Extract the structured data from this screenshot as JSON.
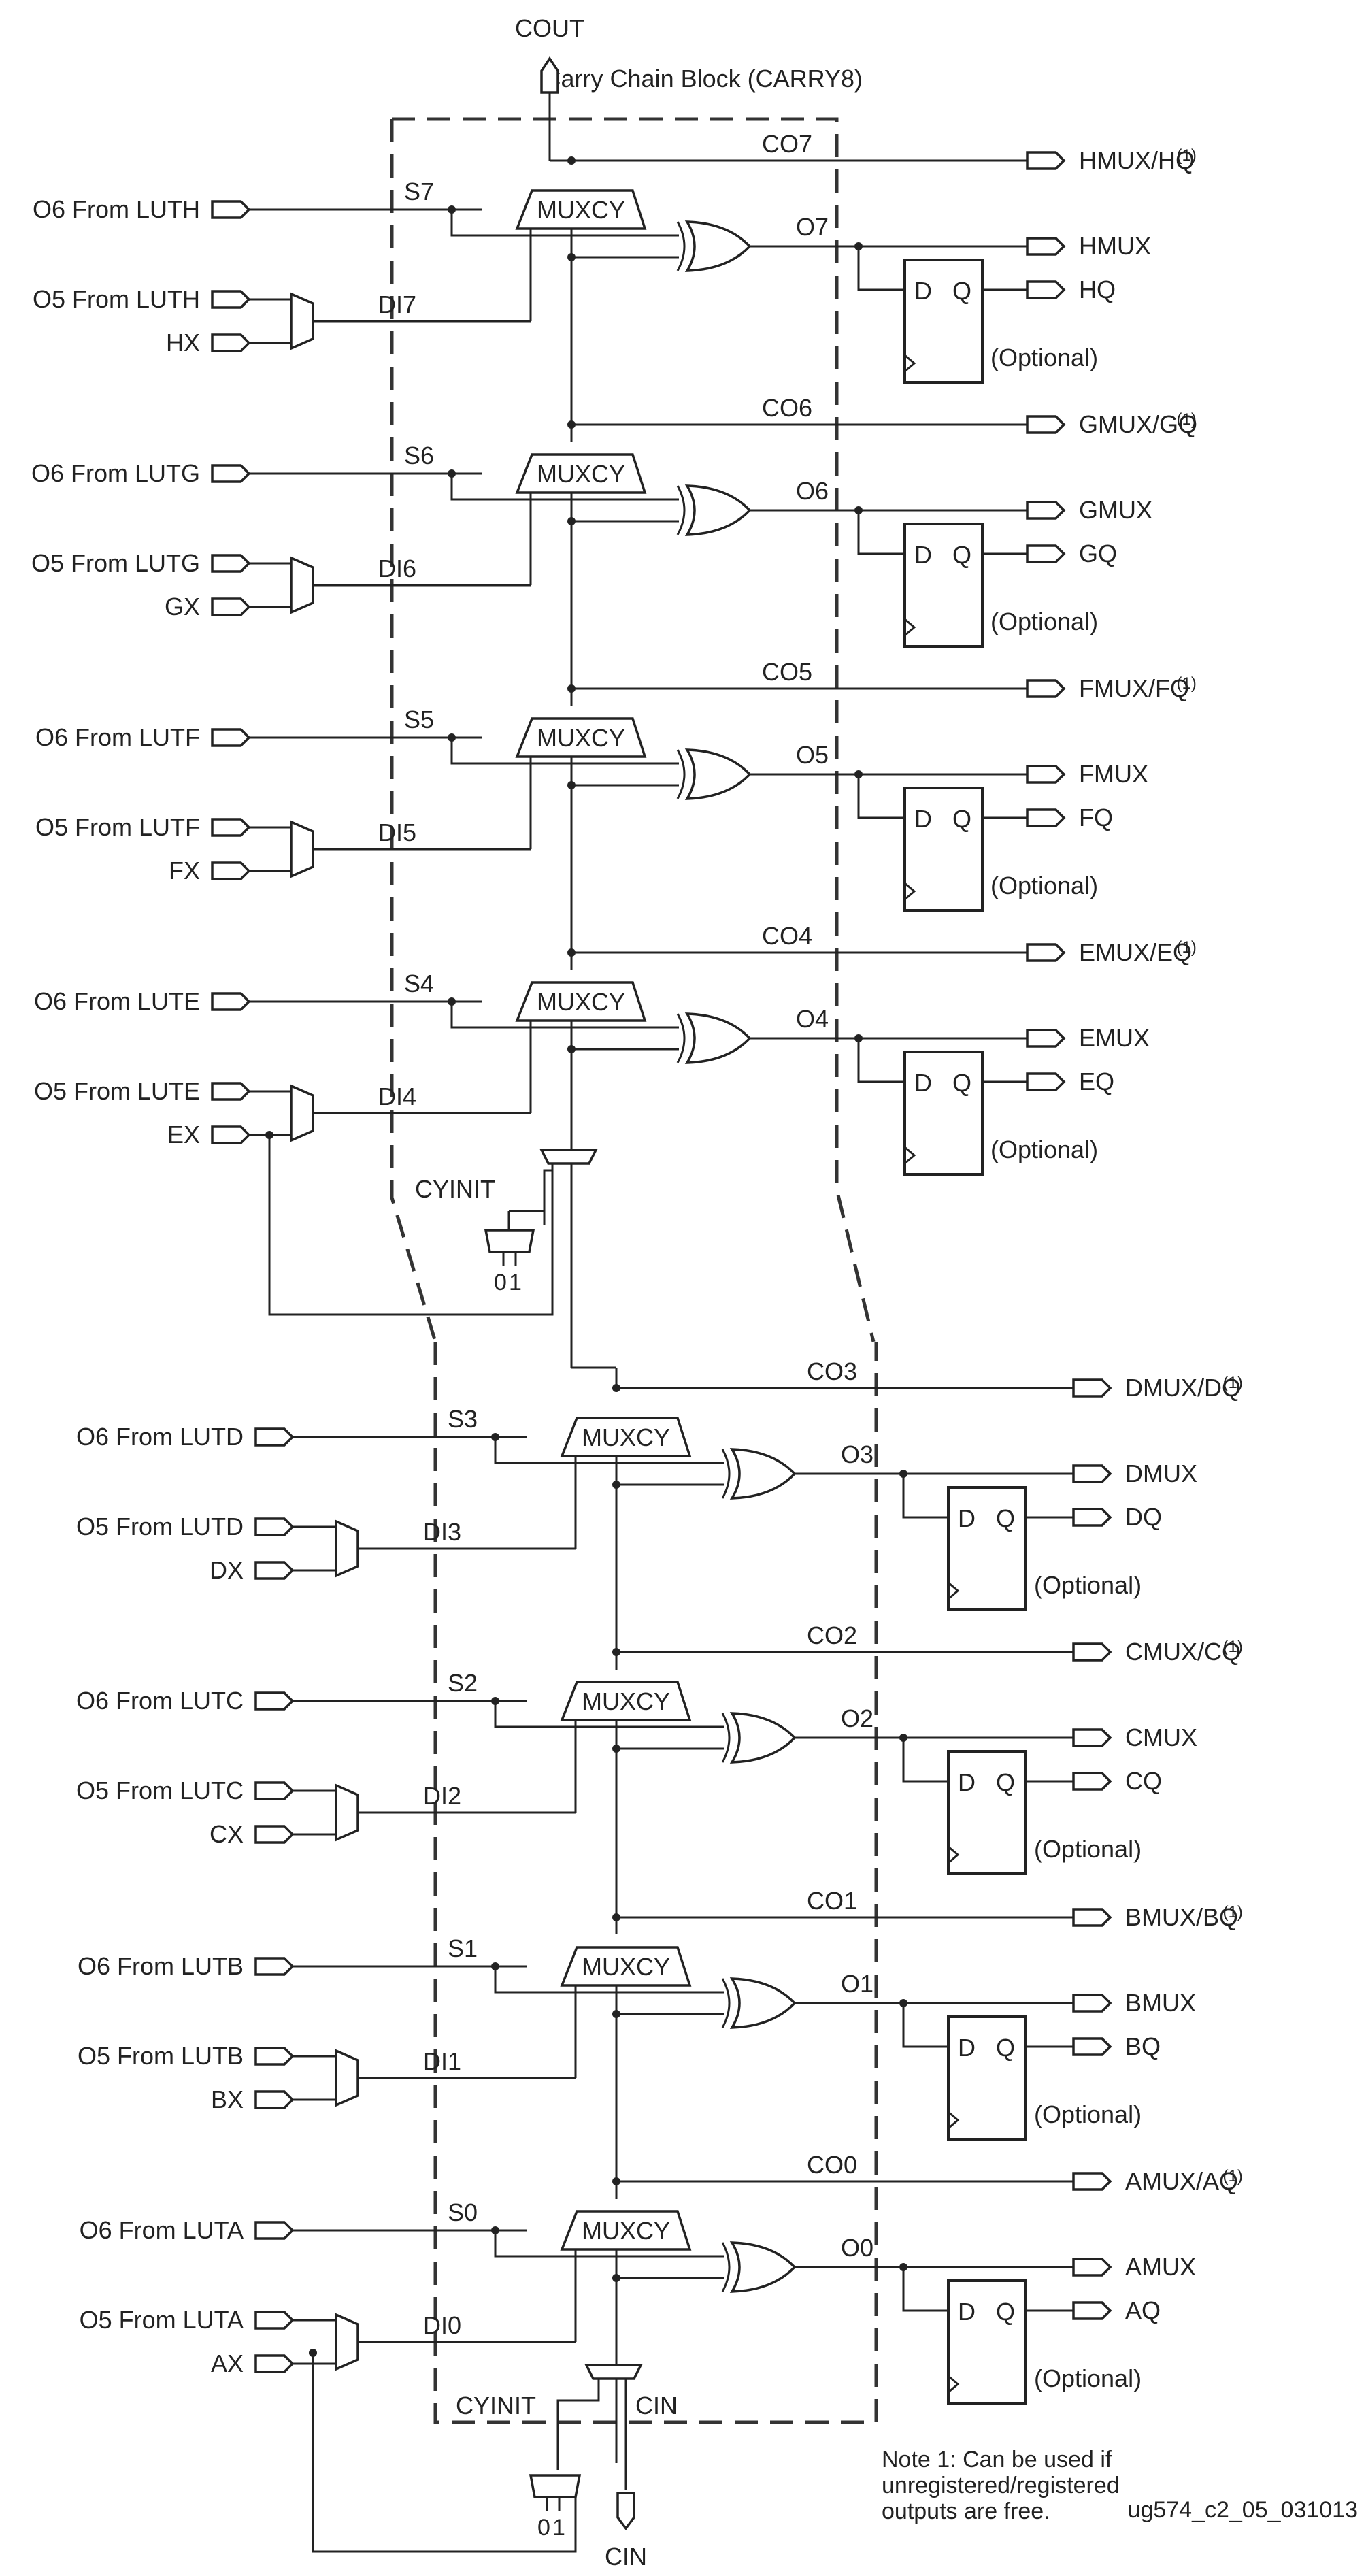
{
  "title": "Carry Chain Block (CARRY8)",
  "top_output": "COUT",
  "bottom_input": "CIN",
  "cin_label": "CIN",
  "cyinit_label": "CYINIT",
  "mux_label": "MUXCY",
  "select_values": [
    "0",
    "1"
  ],
  "optional_label": "(Optional)",
  "ff_d": "D",
  "ff_q": "Q",
  "footnote_marker": "(1)",
  "note_lines": [
    "Note 1: Can be used if",
    "unregistered/registered",
    "outputs are free."
  ],
  "figure_id": "ug574_c2_05_031013",
  "upper_stages": [
    {
      "o6": "O6 From LUTH",
      "o5": "O5 From LUTH",
      "x": "HX",
      "s": "S7",
      "di": "DI7",
      "co": "CO7",
      "o": "O7",
      "comb_out": "HMUX/HQ",
      "mux_out": "HMUX",
      "q_out": "HQ"
    },
    {
      "o6": "O6 From LUTG",
      "o5": "O5 From LUTG",
      "x": "GX",
      "s": "S6",
      "di": "DI6",
      "co": "CO6",
      "o": "O6",
      "comb_out": "GMUX/GQ",
      "mux_out": "GMUX",
      "q_out": "GQ"
    },
    {
      "o6": "O6 From LUTF",
      "o5": "O5 From LUTF",
      "x": "FX",
      "s": "S5",
      "di": "DI5",
      "co": "CO5",
      "o": "O5",
      "comb_out": "FMUX/FQ",
      "mux_out": "FMUX",
      "q_out": "FQ"
    },
    {
      "o6": "O6 From LUTE",
      "o5": "O5 From LUTE",
      "x": "EX",
      "s": "S4",
      "di": "DI4",
      "co": "CO4",
      "o": "O4",
      "comb_out": "EMUX/EQ",
      "mux_out": "EMUX",
      "q_out": "EQ"
    }
  ],
  "lower_stages": [
    {
      "o6": "O6 From LUTD",
      "o5": "O5 From LUTD",
      "x": "DX",
      "s": "S3",
      "di": "DI3",
      "co": "CO3",
      "o": "O3",
      "comb_out": "DMUX/DQ",
      "mux_out": "DMUX",
      "q_out": "DQ"
    },
    {
      "o6": "O6 From LUTC",
      "o5": "O5 From LUTC",
      "x": "CX",
      "s": "S2",
      "di": "DI2",
      "co": "CO2",
      "o": "O2",
      "comb_out": "CMUX/CQ",
      "mux_out": "CMUX",
      "q_out": "CQ"
    },
    {
      "o6": "O6 From LUTB",
      "o5": "O5 From LUTB",
      "x": "BX",
      "s": "S1",
      "di": "DI1",
      "co": "CO1",
      "o": "O1",
      "comb_out": "BMUX/BQ",
      "mux_out": "BMUX",
      "q_out": "BQ"
    },
    {
      "o6": "O6 From LUTA",
      "o5": "O5 From LUTA",
      "x": "AX",
      "s": "S0",
      "di": "DI0",
      "co": "CO0",
      "o": "O0",
      "comb_out": "AMUX/AQ",
      "mux_out": "AMUX",
      "q_out": "AQ"
    }
  ]
}
